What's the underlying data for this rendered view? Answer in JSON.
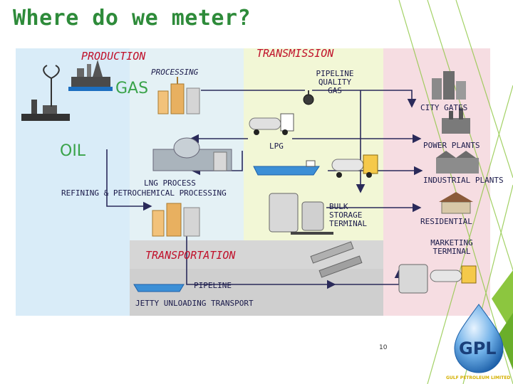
{
  "slide": {
    "title": "Where do we meter?",
    "page_number": "10"
  },
  "sections": {
    "production": "PRODUCTION",
    "transmission": "TRANSMISSION",
    "transportation": "TRANSPORTATION"
  },
  "labels": {
    "processing": "PROCESSING",
    "gas": "GAS",
    "oil": "OIL",
    "pipeline_quality_gas": [
      "PIPELINE",
      "QUALITY",
      "GAS"
    ],
    "city_gates": "CITY GATES",
    "power_plants": "POWER PLANTS",
    "lpg": "LPG",
    "industrial_plants": "INDUSTRIAL PLANTS",
    "lng_process": "LNG PROCESS",
    "refining": "REFINING & PETROCHEMICAL PROCESSING",
    "bulk_storage": [
      "BULK",
      "STORAGE",
      "TERMINAL"
    ],
    "residential": "RESIDENTIAL",
    "marketing_terminal": [
      "MARKETING",
      "TERMINAL"
    ],
    "pipeline": "PIPELINE",
    "jetty": "JETTY UNLOADING TRANSPORT"
  },
  "logo": {
    "text": "GPL",
    "caption": "GULF PETROLEUM LIMITED"
  },
  "colors": {
    "title": "#2e8b3a",
    "section_label": "#c0102a",
    "production_zone": "#d9ecf8",
    "transmission_zone": "#f2f7d6",
    "distribution_zone": "#f6dde2",
    "transport_zone": "#d4d4d4",
    "arrow": "#2a2a5a",
    "accent_green": "#8cc63f"
  },
  "icons": [
    "oil-rig-icon",
    "refinery-icon",
    "gas-meter-icon",
    "tanker-truck-icon",
    "lng-plant-icon",
    "tanker-ship-icon",
    "storage-tank-icon",
    "city-icon",
    "factory-icon",
    "house-icon",
    "pipe-icon",
    "drop-logo-icon"
  ]
}
